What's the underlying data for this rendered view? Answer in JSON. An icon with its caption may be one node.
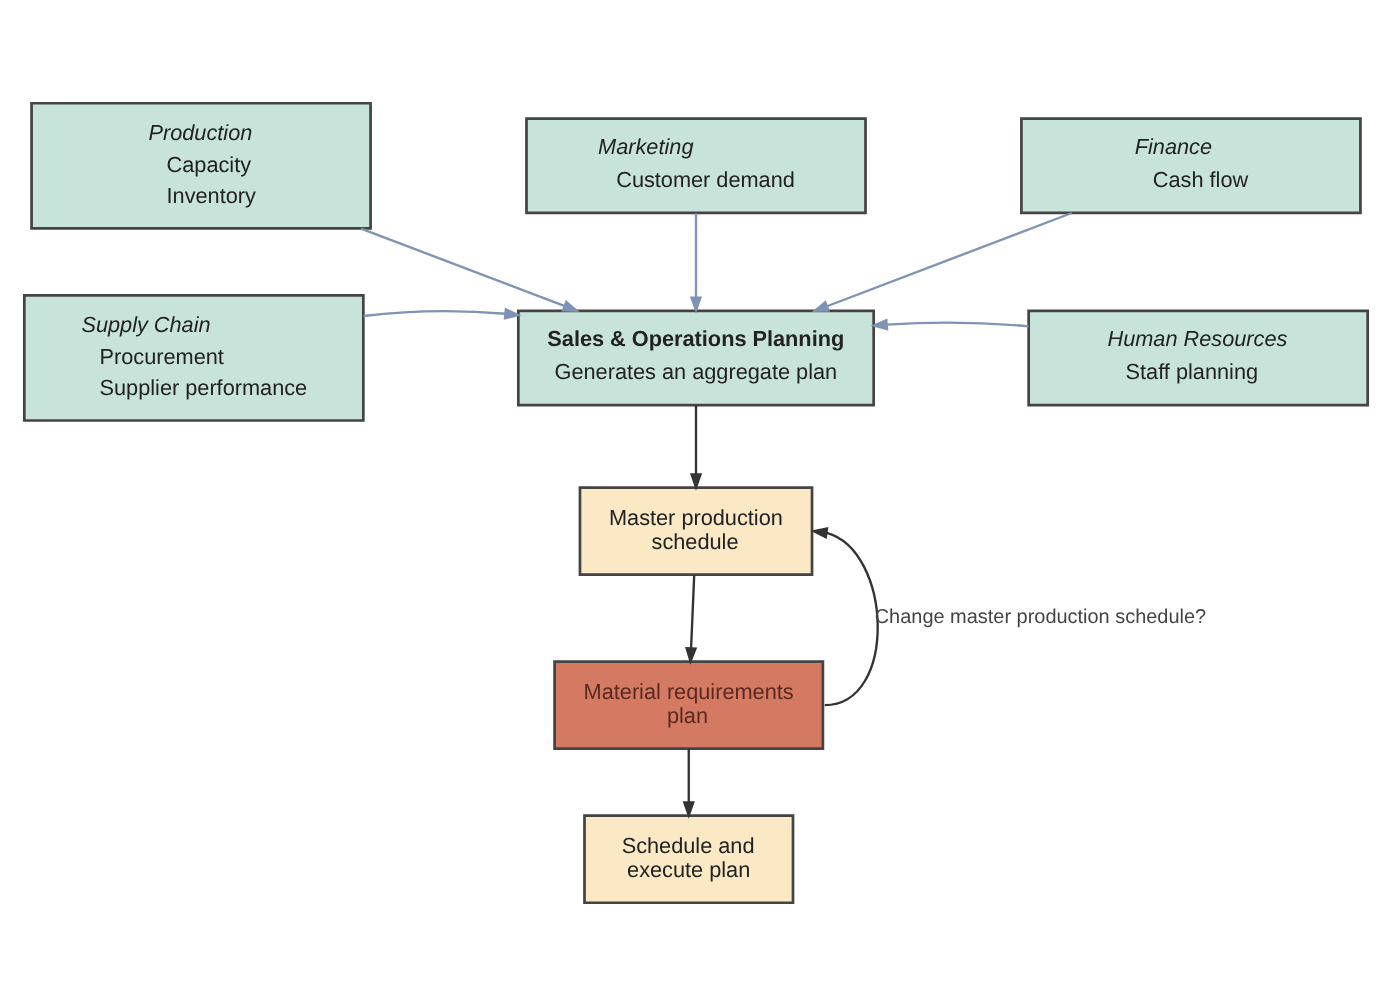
{
  "diagram": {
    "nodes": [
      {
        "text": [
          "Production",
          "Capacity",
          "Inventory"
        ]
      },
      {
        "text": [
          "Marketing",
          "Customer demand"
        ]
      },
      {
        "text": [
          "Finance",
          "Cash flow"
        ]
      },
      {
        "text": [
          "Supply Chain",
          "Procurement",
          "Supplier performance"
        ]
      },
      {
        "text": [
          "Sales & Operations Planning",
          "Generates an aggregate plan"
        ]
      },
      {
        "text": [
          "Human Resources",
          "Staff planning"
        ]
      },
      {
        "text": [
          "Master production schedule"
        ]
      },
      {
        "text": [
          "Material requirements plan"
        ]
      },
      {
        "text": [
          "Schedule and execute plan"
        ]
      }
    ],
    "edges": [
      {
        "from": 0,
        "to": 4,
        "arrow": "to"
      },
      {
        "from": 1,
        "to": 4,
        "arrow": "to"
      },
      {
        "from": 2,
        "to": 4,
        "arrow": "to"
      },
      {
        "from": 3,
        "to": 4,
        "arrow": "to"
      },
      {
        "from": 5,
        "to": 4,
        "arrow": "to"
      },
      {
        "from": 4,
        "to": 6,
        "arrow": "to",
        "color": "#333333"
      },
      {
        "from": 6,
        "to": 7,
        "arrow": "to",
        "color": "#333333"
      },
      {
        "from": 7,
        "to": 6,
        "arrow": "to",
        "label": "Change master production schedule?",
        "color": "#333333"
      },
      {
        "from": 7,
        "to": 8,
        "arrow": "to",
        "color": "#333333"
      }
    ]
  }
}
